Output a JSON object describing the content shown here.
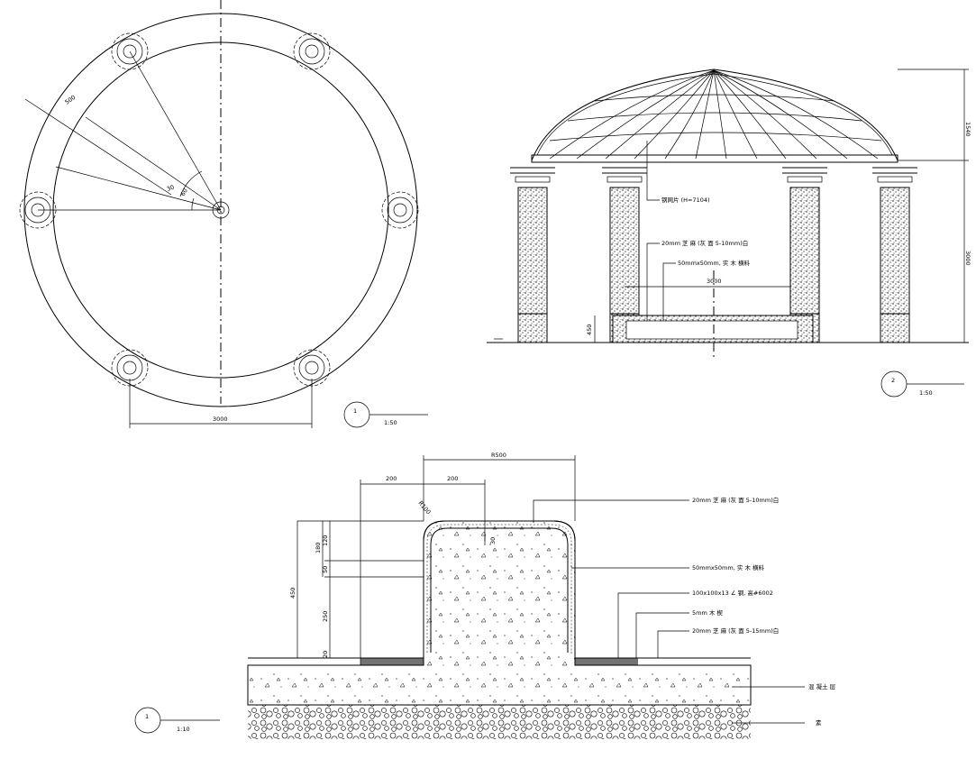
{
  "plan": {
    "dim_radius": "500",
    "dim_angle1": "30",
    "dim_angle2": "60",
    "dim_width": "3000",
    "tag_number": "1",
    "tag_scale": "1:50"
  },
  "elevation": {
    "dim_height_top": "1540",
    "dim_height_col": "3000",
    "dim_width": "3000",
    "dim_bench": "450",
    "note_dome": "钢网片 (H=7104)",
    "note_stone": "20mm 芝 麻 (灰 面 5-10mm)白",
    "note_bar": "50mmx50mm, 实 木 横料",
    "tag_number": "2",
    "tag_scale": "1:50"
  },
  "section": {
    "dim_r": "R500",
    "dim_200a": "200",
    "dim_200b": "200",
    "dim_r100": "R100",
    "dim_450": "450",
    "dim_180": "180",
    "dim_120": "120",
    "dim_50": "50",
    "dim_250": "250",
    "dim_20": "20",
    "dim_30": "30",
    "note1": "20mm 芝 麻 (灰 面 5-10mm)白",
    "note2": "50mmx50mm, 实 木 横料",
    "note3": "100x100x13 ∠ 钢, 高#6002",
    "note4": "5mm 木 楔",
    "note5": "20mm 芝 麻 (灰 面 5-15mm)白",
    "note6": "混 凝土 层",
    "note7": "素",
    "tag_number": "1",
    "tag_scale": "1:10"
  }
}
